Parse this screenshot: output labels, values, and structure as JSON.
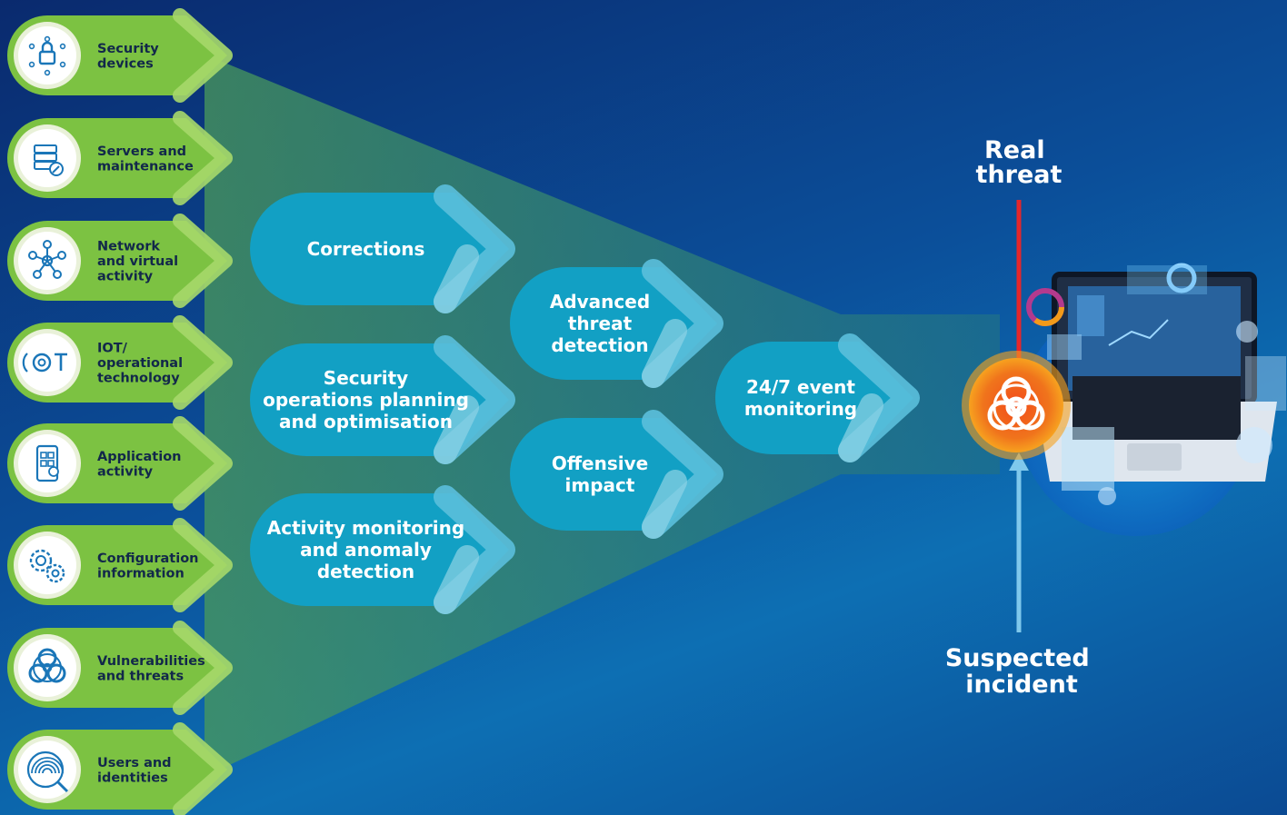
{
  "sources": [
    {
      "lines": [
        "Security",
        "devices"
      ],
      "icon": "padlock-circuit-icon"
    },
    {
      "lines": [
        "Servers and",
        "maintenance"
      ],
      "icon": "server-wrench-icon"
    },
    {
      "lines": [
        "Network",
        "and virtual",
        "activity"
      ],
      "icon": "network-nodes-icon"
    },
    {
      "lines": [
        "IOT/",
        "operational",
        "technology"
      ],
      "icon": "iot-signal-icon"
    },
    {
      "lines": [
        "Application",
        "activity"
      ],
      "icon": "mobile-apps-icon"
    },
    {
      "lines": [
        "Configuration",
        "information"
      ],
      "icon": "gears-icon"
    },
    {
      "lines": [
        "Vulnerabilities",
        "and threats"
      ],
      "icon": "biohazard-icon"
    },
    {
      "lines": [
        "Users and",
        "identities"
      ],
      "icon": "fingerprint-search-icon"
    }
  ],
  "stages": [
    {
      "lines": [
        "Corrections"
      ]
    },
    {
      "lines": [
        "Security",
        "operations planning",
        "and optimisation"
      ]
    },
    {
      "lines": [
        "Activity monitoring",
        "and anomaly",
        "detection"
      ]
    },
    {
      "lines": [
        "Advanced",
        "threat",
        "detection"
      ]
    },
    {
      "lines": [
        "Offensive",
        "impact"
      ]
    },
    {
      "lines": [
        "24/7 event",
        "monitoring"
      ]
    }
  ],
  "outcomes": {
    "real_threat": [
      "Real",
      "threat"
    ],
    "suspected_incident": [
      "Suspected",
      "incident"
    ]
  },
  "colors": {
    "source_green": "#7cc242",
    "stage_teal": "#12a0c4",
    "real_threat_arrow": "#e5262b",
    "suspected_arrow": "#7fc8ec",
    "hazard_orange": "#f06a1c"
  }
}
